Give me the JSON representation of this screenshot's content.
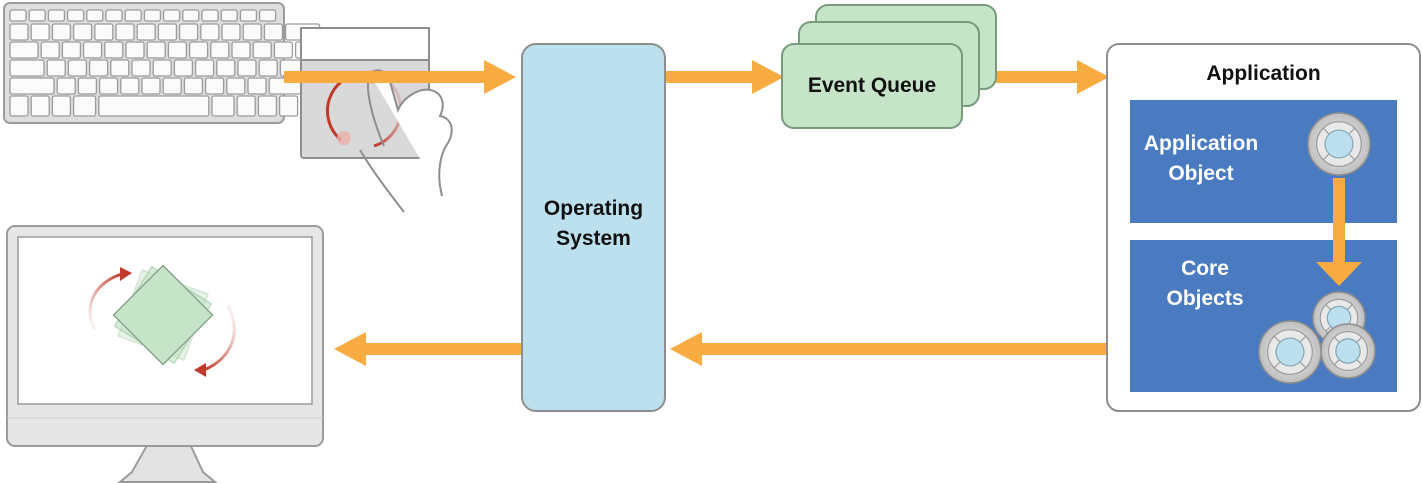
{
  "diagram": {
    "os": {
      "line1": "Operating",
      "line2": "System"
    },
    "event_queue": {
      "label": "Event Queue"
    },
    "application": {
      "title": "Application",
      "app_object": {
        "line1": "Application",
        "line2": "Object"
      },
      "core_objects": {
        "line1": "Core",
        "line2": "Objects"
      }
    }
  },
  "colors": {
    "arrow": "#f8ab40",
    "os_box": "#bde0ef",
    "event_queue": "#c6e5c8",
    "app_blue": "#4a7bc0",
    "input_gray": "#d9d9d9",
    "rotate_red": "#c0392b"
  },
  "icons": [
    "keyboard-icon",
    "trackpad-icon",
    "hand-gesture-icon",
    "monitor-icon",
    "rotated-diamond-icon",
    "object-node-icon"
  ]
}
